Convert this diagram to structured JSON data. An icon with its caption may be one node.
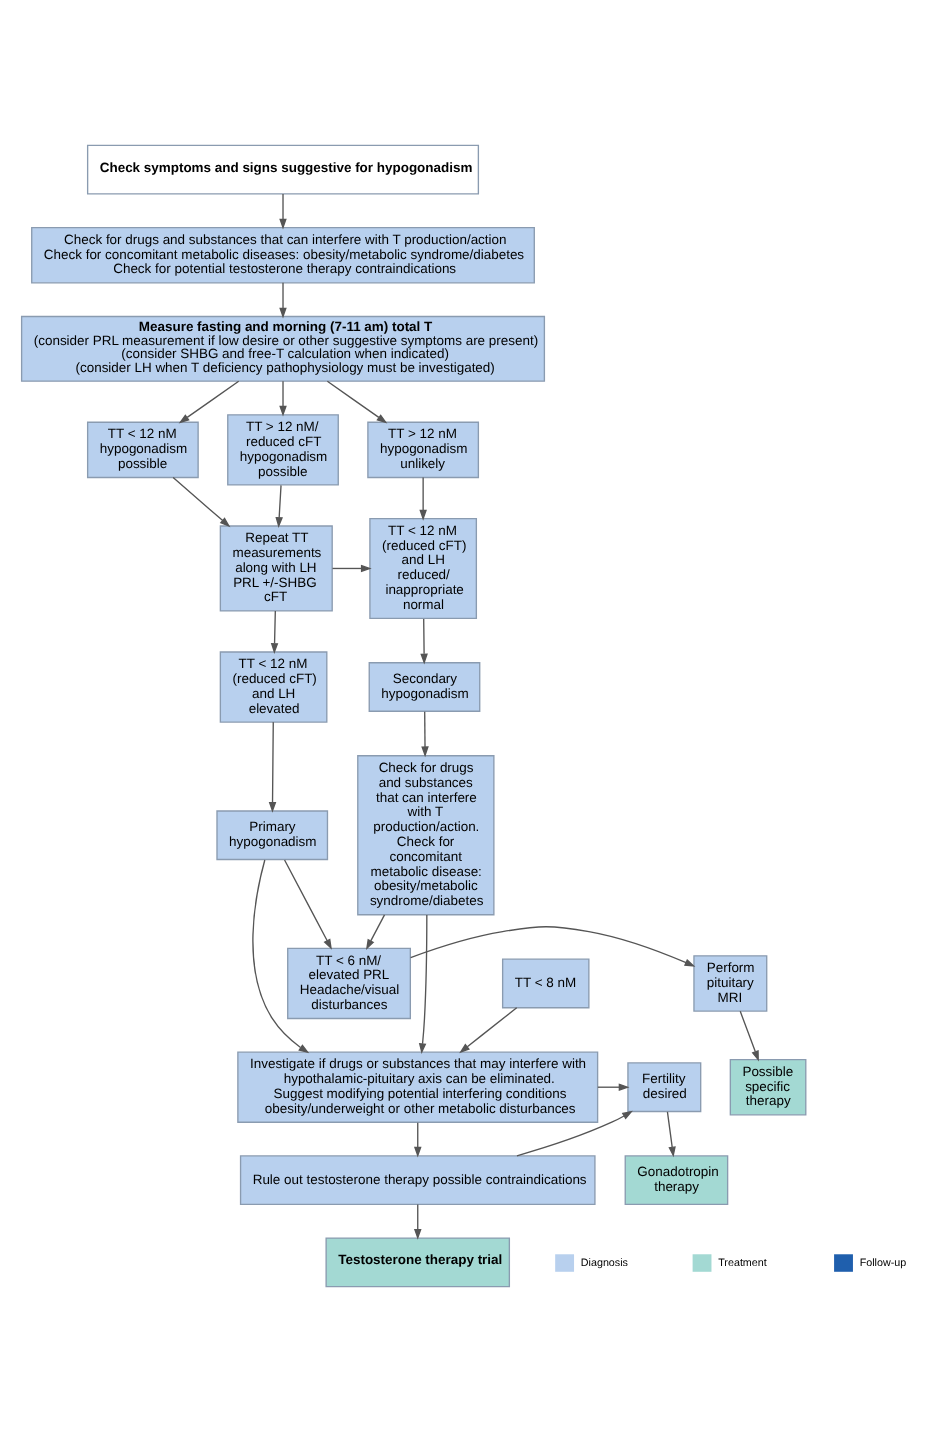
{
  "diagram": {
    "nodes": [
      {
        "text": [
          "Check symptoms and signs suggestive for hypogonadism"
        ]
      },
      {
        "text": [
          "Check for drugs and substances that can interfere with T production/action",
          "Check for concomitant metabolic diseases: obesity/metabolic syndrome/diabetes",
          "Check for potential testosterone therapy contraindications"
        ]
      },
      {
        "text": [
          "Measure fasting and morning (7-11 am) total T",
          "(consider PRL measurement if low desire or other suggestive symptoms are present)",
          "(consider SHBG and free-T calculation when indicated)",
          "(consider LH when T deficiency pathophysiology must be investigated)"
        ]
      },
      {
        "text": [
          "TT < 12 nM hypogonadism possible"
        ]
      },
      {
        "text": [
          "TT > 12 nM/ reduced cFT hypogonadism possible"
        ]
      },
      {
        "text": [
          "TT > 12 nM hypogonadism unlikely"
        ]
      },
      {
        "text": [
          "Repeat TT measurements along with LH PRL +/-SHBG cFT"
        ]
      },
      {
        "text": [
          "TT < 12 nM (reduced cFT) and LH reduced/ inappropriate normal"
        ]
      },
      {
        "text": [
          "TT < 12 nM (reduced cFT) and LH elevated"
        ]
      },
      {
        "text": [
          "Secondary hypogonadism"
        ]
      },
      {
        "text": [
          "Primary hypogonadism"
        ]
      },
      {
        "text": [
          "Check for drugs and substances that can interfere with T production/action. Check for concomitant metabolic disease: obesity/metabolic syndrome/diabetes"
        ]
      },
      {
        "text": [
          "TT < 8 nM"
        ]
      },
      {
        "text": [
          "TT < 6 nM/ elevated PRL Headache/visual disturbances"
        ]
      },
      {
        "text": [
          "Perform pituitary MRI"
        ]
      },
      {
        "text": [
          "Possible specific therapy"
        ]
      },
      {
        "text": [
          "Investigate if drugs or substances that may interfere with hypothalamic-pituitary axis can be eliminated.",
          "Suggest modifying potential interfering conditions obesity/underweight or other metabolic disturbances"
        ]
      },
      {
        "text": [
          "Fertility desired"
        ]
      },
      {
        "text": [
          "Rule out testosterone therapy possible contraindications"
        ]
      },
      {
        "text": [
          "Gonadotropin therapy"
        ]
      },
      {
        "text": [
          "Testosterone therapy trial"
        ]
      }
    ],
    "edges": [
      {
        "from": 0,
        "to": 1,
        "arrow": "to"
      },
      {
        "from": 1,
        "to": 2,
        "arrow": "to"
      },
      {
        "from": 2,
        "to": 3,
        "arrow": "to"
      },
      {
        "from": 2,
        "to": 4,
        "arrow": "to"
      },
      {
        "from": 2,
        "to": 5,
        "arrow": "to"
      },
      {
        "from": 3,
        "to": 6,
        "arrow": "to"
      },
      {
        "from": 4,
        "to": 6,
        "arrow": "to"
      },
      {
        "from": 6,
        "to": 7,
        "arrow": "to"
      },
      {
        "from": 5,
        "to": 7,
        "arrow": "to"
      },
      {
        "from": 6,
        "to": 8,
        "arrow": "to"
      },
      {
        "from": 7,
        "to": 9,
        "arrow": "to"
      },
      {
        "from": 8,
        "to": 10,
        "arrow": "to"
      },
      {
        "from": 9,
        "to": 11,
        "arrow": "to"
      },
      {
        "from": 10,
        "to": 13,
        "arrow": "to"
      },
      {
        "from": 11,
        "to": 13,
        "arrow": "to"
      },
      {
        "from": 10,
        "to": 16,
        "arrow": "to"
      },
      {
        "from": 12,
        "to": 16,
        "arrow": "to"
      },
      {
        "from": 11,
        "to": 16,
        "arrow": "to"
      },
      {
        "from": 13,
        "to": 14,
        "arrow": "to"
      },
      {
        "from": 14,
        "to": 15,
        "arrow": "to"
      },
      {
        "from": 16,
        "to": 17,
        "arrow": "to"
      },
      {
        "from": 16,
        "to": 18,
        "arrow": "to"
      },
      {
        "from": 18,
        "to": 17,
        "arrow": "to"
      },
      {
        "from": 17,
        "to": 19,
        "arrow": "to"
      },
      {
        "from": 18,
        "to": 20,
        "arrow": "to"
      }
    ],
    "legend": [
      {
        "text": "Diagnosis",
        "color": "#b8d0ee"
      },
      {
        "text": "Treatment",
        "color": "#a3d9d3"
      },
      {
        "text": "Follow-up",
        "color": "#1f5fad"
      }
    ]
  }
}
